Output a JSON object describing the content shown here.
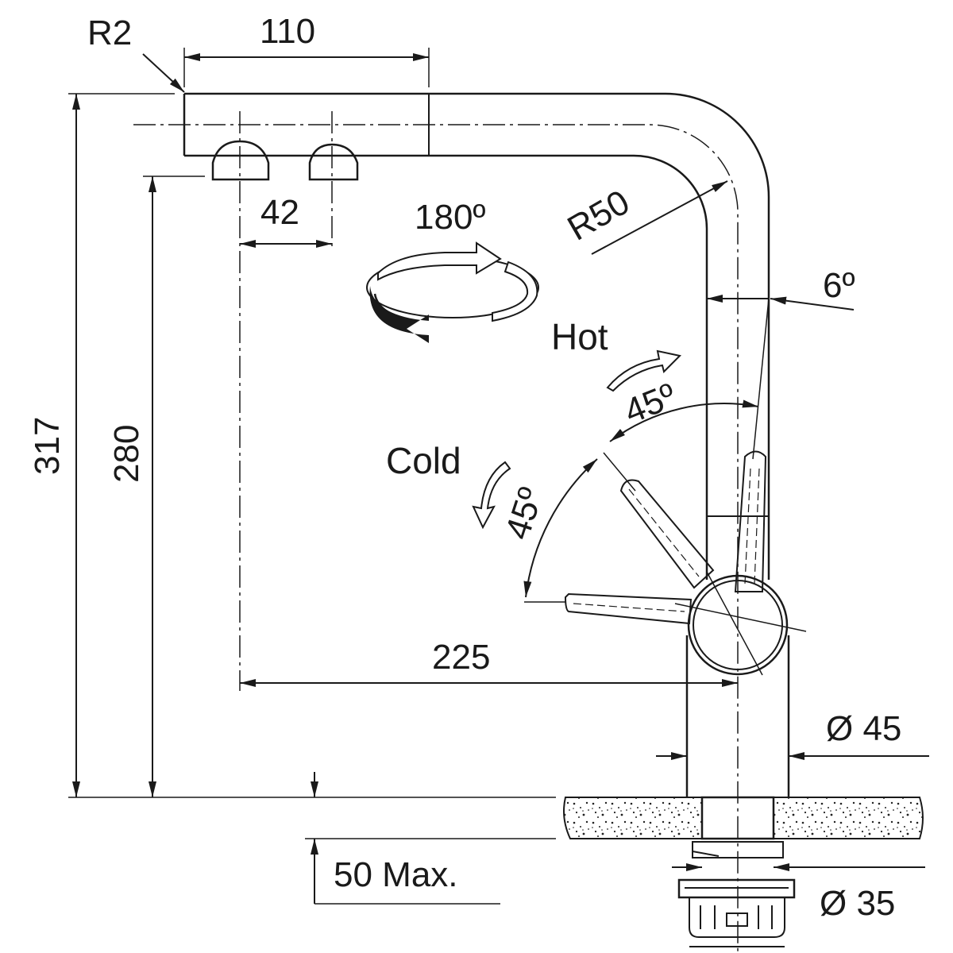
{
  "dimensions": {
    "radius_tip": "R2",
    "spout_length": "110",
    "outlet_spacing": "42",
    "rotation": "180º",
    "bend_radius": "R50",
    "tilt": "6º",
    "hot_angle": "45º",
    "cold_angle": "45º",
    "reach": "225",
    "total_height": "317",
    "outlet_height": "280",
    "body_diameter": "Ø 45",
    "mount_diameter": "Ø 35",
    "max_thickness": "50 Max."
  },
  "labels": {
    "hot": "Hot",
    "cold": "Cold"
  }
}
